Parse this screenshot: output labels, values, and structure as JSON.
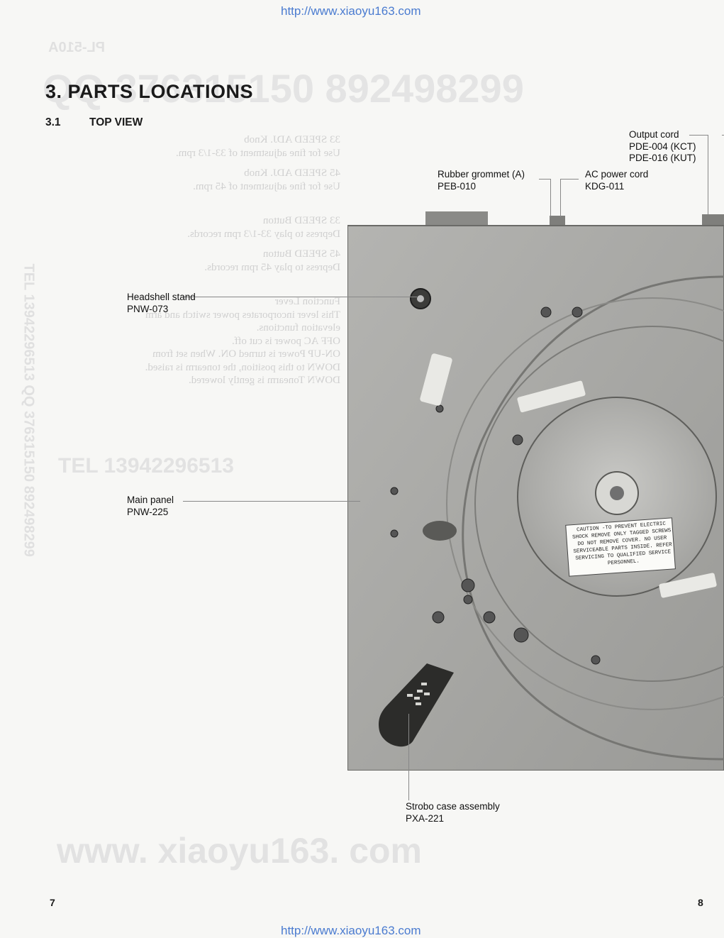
{
  "header_url": "http://www.xiaoyu163.com",
  "footer_url": "http://www.xiaoyu163.com",
  "model_watermark": "PL-510A",
  "watermark_numbers": "QQ 376315150  892498299",
  "watermark_tel": "TEL 13942296513",
  "watermark_vertical": "TEL 13942296513  QQ 376315150 892498299",
  "watermark_site": "www. xiaoyu163. com",
  "section_title": "3. PARTS LOCATIONS",
  "subsection_number": "3.1",
  "subsection_title": "TOP VIEW",
  "labels": {
    "output_cord": {
      "name": "Output cord",
      "line1": "PDE-004 (KCT)",
      "line2": "PDE-016 (KUT)"
    },
    "rubber_grommet": {
      "name": "Rubber grommet (A)",
      "part": "PEB-010"
    },
    "ac_power_cord": {
      "name": "AC power cord",
      "part": "KDG-011"
    },
    "headshell_stand": {
      "name": "Headshell stand",
      "part": "PNW-073"
    },
    "main_panel": {
      "name": "Main panel",
      "part": "PNW-225"
    },
    "strobo_case": {
      "name": "Strobo case assembly",
      "part": "PXA-221"
    }
  },
  "caution_label": "CAUTION -TO PREVENT ELECTRIC SHOCK REMOVE ONLY TAGGED SCREWS DO NOT REMOVE COVER. NO USER SERVICEABLE PARTS INSIDE. REFER SERVICING TO QUALIFIED SERVICE PERSONNEL.",
  "bleed_text": [
    "33 SPEED ADJ. Knob",
    "Use for fine adjustment of 33-1/3 rpm.",
    "45 SPEED ADJ. Knob",
    "Use for fine adjustment of 45 rpm.",
    "33 SPEED Button",
    "Depress to play 33-1/3 rpm records.",
    "45 SPEED Button",
    "Depress to play 45 rpm records.",
    "Function Lever",
    "This lever incorporates power switch and arm",
    "elevation functions.",
    "OFF    AC power is cut off.",
    "ON-UP  Power is turned ON. When set from",
    "DOWN to this position, the tonearm is raised.",
    "DOWN   Tonearm is gently lowered."
  ],
  "page_left": "7",
  "page_right": "8"
}
